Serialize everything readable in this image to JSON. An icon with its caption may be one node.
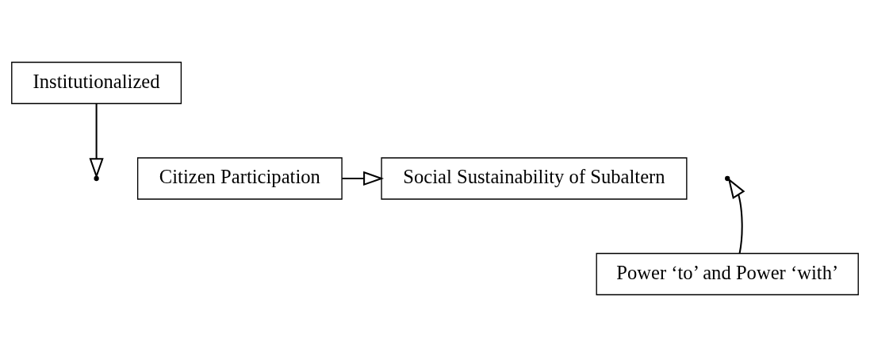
{
  "diagram": {
    "nodes": [
      {
        "text": [
          "Institutionalized"
        ]
      },
      {
        "text": [
          "Citizen Participation"
        ]
      },
      {
        "text": [
          "Social Sustainability of Subaltern"
        ]
      },
      {
        "text": [
          "Power ‘to’ and Power ‘with’"
        ]
      }
    ],
    "edges": [
      {
        "from": 1,
        "to": 2,
        "arrow": "to"
      },
      {
        "from": 0,
        "to": null,
        "arrow": "to"
      },
      {
        "from": 3,
        "to": null,
        "arrow": "to"
      }
    ]
  }
}
